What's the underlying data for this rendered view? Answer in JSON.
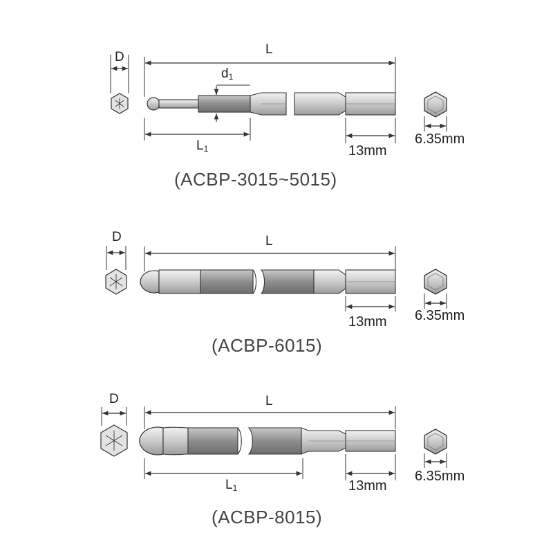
{
  "diagram": {
    "labels": {
      "D": "D",
      "L": "L",
      "L1": "L",
      "L1_sub": "1",
      "d1": "d",
      "d1_sub": "1",
      "hex_size": "6.35mm",
      "shank_length": "13mm"
    },
    "bits": [
      {
        "caption": "(ACBP-3015~5015)"
      },
      {
        "caption": "(ACBP-6015)"
      },
      {
        "caption": "(ACBP-8015)"
      }
    ],
    "colors": {
      "line": "#333333",
      "metal_light": "#dcdcdc",
      "metal_dark": "#9a9a9a",
      "caption": "#444444"
    }
  }
}
